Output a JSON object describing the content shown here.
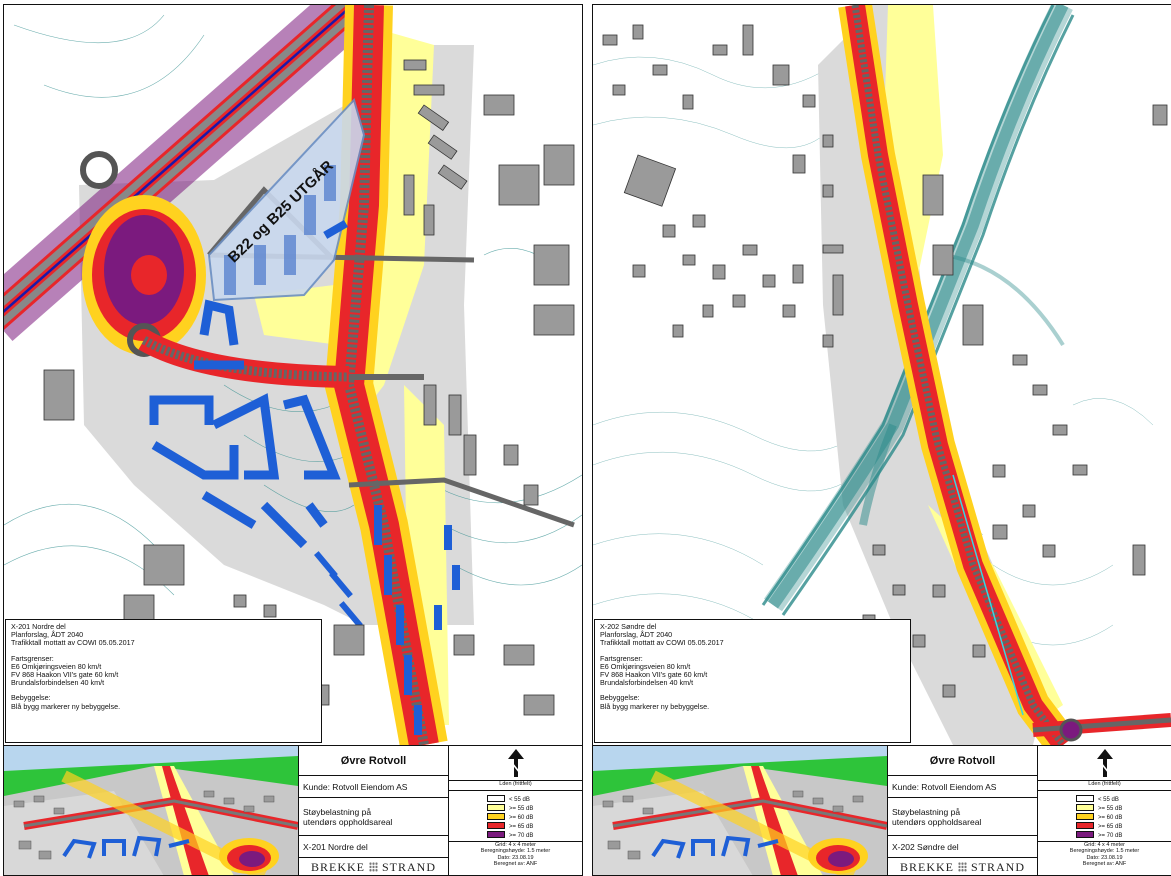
{
  "sheets": [
    {
      "map_label": "B22 og B25 UTGÅR",
      "info": {
        "title": "X-201 Nordre del",
        "plan": "Planforslag, ÅDT 2040",
        "traffic": "Trafikktall mottatt av COWI 05.05.2017",
        "speed_header": "Fartsgrenser:",
        "speed_lines": [
          "E6 Omkjøringsveien 80 km/t",
          "FV 868 Haakon VII's gate 60 km/t",
          "Brundalsforbindelsen 40 km/t"
        ],
        "building_header": "Bebyggelse:",
        "building_note": "Blå bygg markerer ny bebyggelse."
      },
      "titleblock": {
        "project": "Øvre Rotvoll",
        "client": "Kunde: Rotvoll Eiendom AS",
        "subject_line1": "Støybelastning på",
        "subject_line2": "utendørs oppholdsareal",
        "drawing": "X-201 Nordre del",
        "logo_left": "BREKKE",
        "logo_right": "STRAND"
      }
    },
    {
      "map_label": "",
      "info": {
        "title": "X-202 Søndre del",
        "plan": "Planforslag, ÅDT 2040",
        "traffic": "Trafikktall mottatt av COWI 05.05.2017",
        "speed_header": "Fartsgrenser:",
        "speed_lines": [
          "E6 Omkjøringsveien 80 km/t",
          "FV 868 Haakon VII's gate 60 km/t",
          "Brundalsforbindelsen 40 km/t"
        ],
        "building_header": "Bebyggelse:",
        "building_note": "Blå bygg markerer ny bebyggelse."
      },
      "titleblock": {
        "project": "Øvre Rotvoll",
        "client": "Kunde: Rotvoll Eiendom AS",
        "subject_line1": "Støybelastning på",
        "subject_line2": "utendørs oppholdsareal",
        "drawing": "X-202 Søndre del",
        "logo_left": "BREKKE",
        "logo_right": "STRAND"
      }
    }
  ],
  "north_caption": "Lden (frittfelt)",
  "north_symbol": "north-arrow-icon",
  "legend": [
    {
      "label": "< 55 dB",
      "color": "#ffffff"
    },
    {
      "label": ">= 55 dB",
      "color": "#ffff99"
    },
    {
      "label": ">= 60 dB",
      "color": "#ffd21f"
    },
    {
      "label": ">= 65 dB",
      "color": "#e8262a"
    },
    {
      "label": ">= 70 dB",
      "color": "#7b1a7e"
    }
  ],
  "parameters": {
    "grid": "Grid: 4 x 4 meter",
    "height": "Beregningshøyde: 1.5 meter",
    "date": "Dato: 23.08.19",
    "author": "Beregnet av: ANF"
  },
  "colors": {
    "new_building": "#1e5fd6",
    "existing_building": "#9a9a9a",
    "planning_area": "#d8d8d8",
    "contour_line": "#2a8a8a",
    "railway": "#1a1aa8"
  }
}
